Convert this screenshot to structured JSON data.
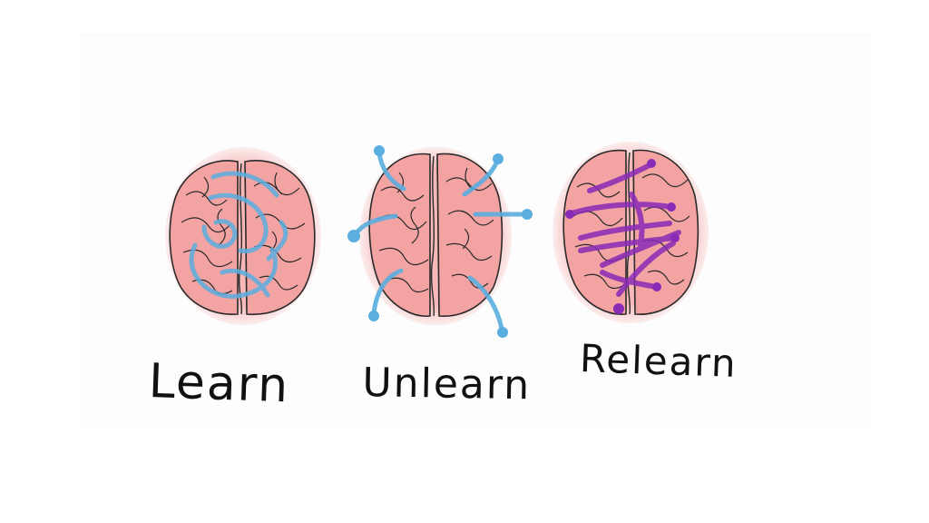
{
  "labels": {
    "learn": "Learn",
    "unlearn": "Unlearn",
    "relearn": "Relearn"
  },
  "icons": {
    "learn": "brain-icon",
    "unlearn": "brain-icon",
    "relearn": "brain-icon"
  },
  "colors": {
    "brain_fill": "#f4a3a3",
    "brain_glow": "#f8c6c6",
    "brain_outline": "#2a2a2a",
    "learn_paths": "#5aaee0",
    "unlearn_paths": "#5aaee0",
    "relearn_paths": "#8a2bb8"
  }
}
